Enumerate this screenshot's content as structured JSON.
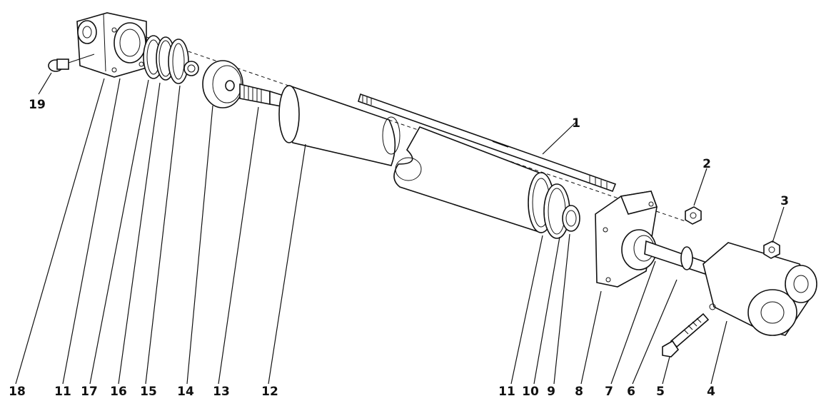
{
  "diagram": {
    "callouts": [
      "1",
      "2",
      "3",
      "4",
      "5",
      "6",
      "7",
      "8",
      "9",
      "10",
      "11",
      "12",
      "13",
      "14",
      "15",
      "16",
      "17",
      "11",
      "18",
      "19"
    ]
  },
  "colors": {
    "ink": "#111111",
    "paper": "#ffffff"
  }
}
